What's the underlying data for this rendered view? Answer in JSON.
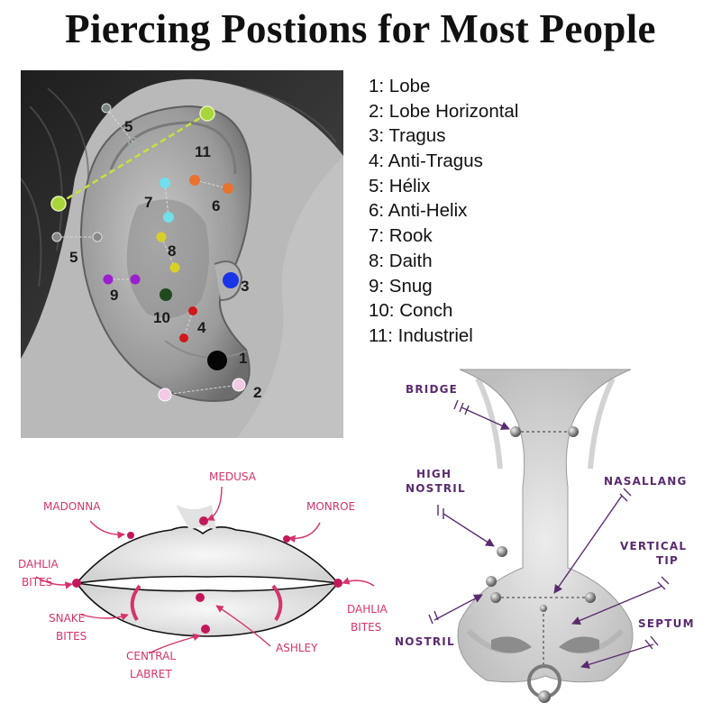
{
  "title": "Piercing Postions for Most People",
  "ear": {
    "legend": [
      "1: Lobe",
      "2: Lobe Horizontal",
      "3: Tragus",
      "4: Anti-Tragus",
      "5: Hélix",
      "6: Anti-Helix",
      "7: Rook",
      "8: Daith",
      "9: Snug",
      "10: Conch",
      "11: Industriel"
    ],
    "labels": {
      "lobe": "1",
      "lobe_horizontal": "2",
      "tragus": "3",
      "anti_tragus": "4",
      "helix_top": "5",
      "helix_side": "5",
      "anti_helix": "6",
      "rook": "7",
      "daith": "8",
      "snug": "9",
      "conch": "10",
      "industriel": "11"
    }
  },
  "lips": {
    "medusa": "MEDUSA",
    "madonna": "MADONNA",
    "monroe": "MONROE",
    "dahlia_left_1": "DAHLIA",
    "dahlia_left_2": "BITES",
    "dahlia_right_1": "DAHLIA",
    "dahlia_right_2": "BITES",
    "snake_1": "SNAKE",
    "snake_2": "BITES",
    "central_1": "CENTRAL",
    "central_2": "LABRET",
    "ashley": "ASHLEY"
  },
  "nose": {
    "bridge": "BRIDGE",
    "high_nostril_1": "HIGH",
    "high_nostril_2": "NOSTRIL",
    "nasallang": "NASALLANG",
    "vertical_tip_1": "VERTICAL",
    "vertical_tip_2": "TIP",
    "septum": "SEPTUM",
    "nostril": "NOSTRIL"
  },
  "colors": {
    "lip_pink": "#d6336c",
    "nose_purple": "#5a2a6e",
    "industriel_bar": "#c8e03a"
  }
}
